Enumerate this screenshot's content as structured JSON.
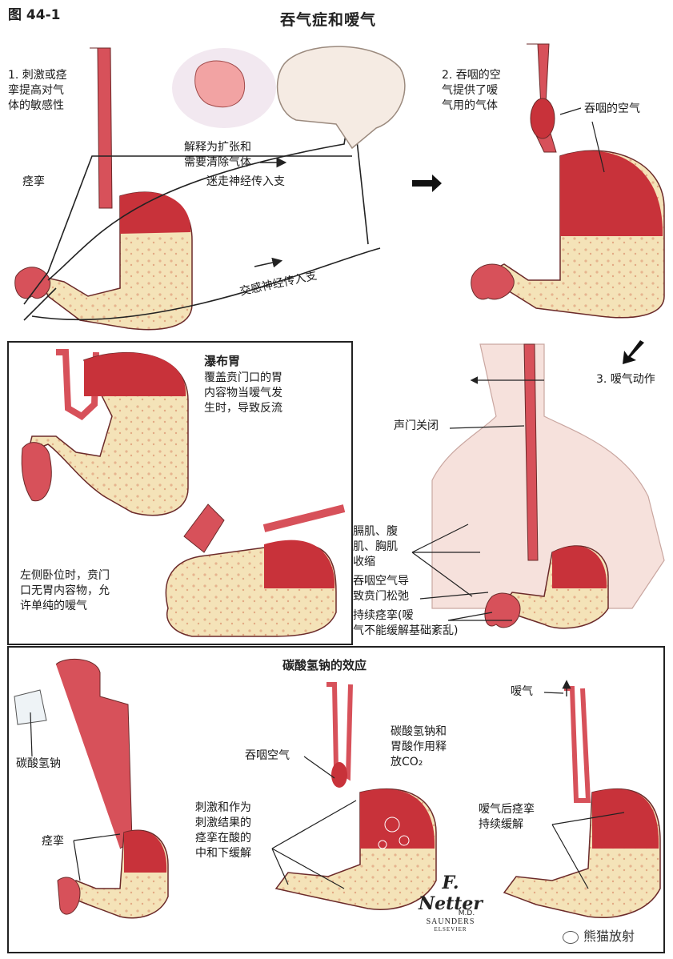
{
  "header": {
    "figure_no": "图 44-1",
    "title": "吞气症和嗳气"
  },
  "panel1": {
    "label_1": "1. 刺激或痉\n挛提高对气\n体的敏感性",
    "spasm": "痉挛",
    "interpret": "解释为扩张和\n需要清除气体",
    "vagus": "迷走神经传入支",
    "sympathetic": "交感神经传入支"
  },
  "panel2": {
    "label_2": "2. 吞咽的空\n气提供了嗳\n气用的气体",
    "swallowed_air": "吞咽的空气"
  },
  "panel3": {
    "label_3": "3. 嗳气动作",
    "glottis": "声门关闭",
    "muscles": "膈肌、腹\n肌、胸肌\n收缩",
    "relax": "吞咽空气导\n致贲门松弛",
    "persistent": "持续痉挛(嗳\n气不能缓解基础紊乱)"
  },
  "cascade": {
    "title": "瀑布胃",
    "desc": "覆盖贲门口的胃\n内容物当嗳气发\n生时，导致反流",
    "left_lying": "左侧卧位时，贲门\n口无胃内容物，允\n许单纯的嗳气"
  },
  "bicarb": {
    "title": "碳酸氢钠的效应",
    "sodium": "碳酸氢钠",
    "spasm": "痉挛",
    "swallowed_air": "吞咽空气",
    "reaction": "碳酸氢钠和\n胃酸作用释\n放CO₂",
    "relief": "刺激和作为\n刺激结果的\n痉挛在酸的\n中和下缓解",
    "belch": "嗳气",
    "after": "嗳气后痉挛\n持续缓解"
  },
  "logo": {
    "signature": "F. Netter",
    "md": "M.D.",
    "publisher": "SAUNDERS",
    "imprint": "ELSEVIER"
  },
  "watermark": "熊猫放射",
  "colors": {
    "stomach_red": "#c8323a",
    "stomach_light": "#f4e3b8",
    "esophagus": "#d7515a",
    "outline": "#6b2a2a"
  }
}
